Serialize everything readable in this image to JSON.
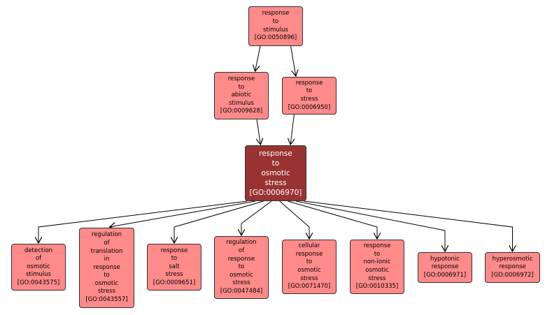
{
  "colors": {
    "node_fill": "#ff8a8a",
    "focus_fill": "#993333",
    "edge": "#000000"
  },
  "nodes": {
    "root": {
      "label": "response\nto\nstimulus\n[GO:0050896]"
    },
    "abiotic": {
      "label": "response\nto\nabiotic\nstimulus\n[GO:0009628]"
    },
    "stress": {
      "label": "response\nto\nstress\n[GO:0006950]"
    },
    "osmotic": {
      "label": "response\nto\nosmotic\nstress\n[GO:0006970]"
    },
    "detection": {
      "label": "detection\nof\nosmotic\nstimulus\n[GO:0043575]"
    },
    "translation": {
      "label": "regulation\nof\ntranslation\nin\nresponse\nto\nosmotic\nstress\n[GO:0043557]"
    },
    "salt": {
      "label": "response\nto\nsalt\nstress\n[GO:0009651]"
    },
    "regresponse": {
      "label": "regulation\nof\nresponse\nto\nosmotic\nstress\n[GO:0047484]"
    },
    "cellular": {
      "label": "cellular\nresponse\nto\nosmotic\nstress\n[GO:0071470]"
    },
    "nonionic": {
      "label": "response\nto\nnon-ionic\nosmotic\nstress\n[GO:0010335]"
    },
    "hypotonic": {
      "label": "hypotonic\nresponse\n[GO:0006971]"
    },
    "hyperosmotic": {
      "label": "hyperosmotic\nresponse\n[GO:0006972]"
    }
  },
  "edges": [
    {
      "from": "root",
      "to": "abiotic"
    },
    {
      "from": "root",
      "to": "stress"
    },
    {
      "from": "abiotic",
      "to": "osmotic"
    },
    {
      "from": "stress",
      "to": "osmotic"
    },
    {
      "from": "osmotic",
      "to": "detection"
    },
    {
      "from": "osmotic",
      "to": "translation"
    },
    {
      "from": "osmotic",
      "to": "salt"
    },
    {
      "from": "osmotic",
      "to": "regresponse"
    },
    {
      "from": "osmotic",
      "to": "cellular"
    },
    {
      "from": "osmotic",
      "to": "nonionic"
    },
    {
      "from": "osmotic",
      "to": "hypotonic"
    },
    {
      "from": "osmotic",
      "to": "hyperosmotic"
    }
  ]
}
